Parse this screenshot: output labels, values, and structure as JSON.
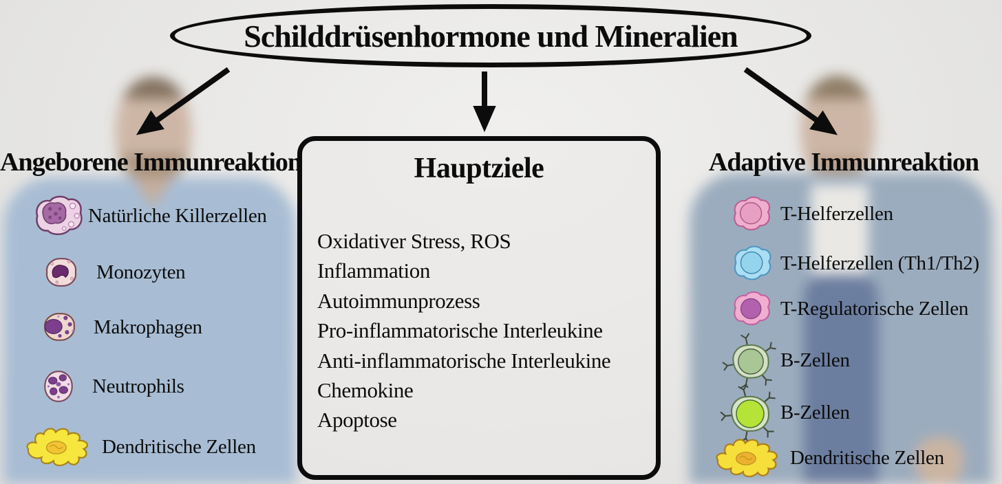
{
  "title": "Schilddrüsenhormone und Mineralien",
  "left_panel": {
    "heading": "Angeborene Immunreaktion",
    "items": [
      {
        "icon": "nk-cell-icon",
        "label": "Natürliche Killerzellen"
      },
      {
        "icon": "monocyte-icon",
        "label": "Monozyten"
      },
      {
        "icon": "macrophage-icon",
        "label": "Makrophagen"
      },
      {
        "icon": "neutrophil-icon",
        "label": "Neutrophils"
      },
      {
        "icon": "dendritic-cell-icon",
        "label": "Dendritische Zellen"
      }
    ]
  },
  "center_panel": {
    "heading": "Hauptziele",
    "targets": [
      "Oxidativer Stress, ROS",
      "Inflammation",
      "Autoimmunprozess",
      "Pro-inflammatorische Interleukine",
      "Anti-inflammatorische Interleukine",
      "Chemokine",
      "Apoptose"
    ]
  },
  "right_panel": {
    "heading": "Adaptive Immunreaktion",
    "items": [
      {
        "icon": "t-helper-cell-icon",
        "label": "T-Helferzellen"
      },
      {
        "icon": "t-helper-th1-th2-cell-icon",
        "label": "T-Helferzellen (Th1/Th2)"
      },
      {
        "icon": "t-regulatory-cell-icon",
        "label": "T-Regulatorische Zellen"
      },
      {
        "icon": "b-cell-icon",
        "label": "B-Zellen"
      },
      {
        "icon": "b-cell-activated-icon",
        "label": "B-Zellen"
      },
      {
        "icon": "dendritic-cell-icon",
        "label": "Dendritische Zellen"
      }
    ]
  },
  "colors": {
    "background": "#ecebe9",
    "outline": "#0c0c0c",
    "nk_cell_body": "#ecd2e4",
    "nk_cell_nucleus": "#a569a5",
    "monocyte_body": "#f2dcda",
    "monocyte_nucleus": "#6a2b6e",
    "macrophage_body": "#eed7ce",
    "macrophage_nucleus": "#7b3f8c",
    "neutrophil_body": "#f0dce4",
    "neutrophil_nucleus": "#7b3f8c",
    "dendritic_body": "#f6e63e",
    "dendritic_nucleus": "#f0c433",
    "t_helper_body": "#efaecd",
    "t_helper_nucleus": "#e7a0c4",
    "t_helper_th_body": "#abdef2",
    "t_helper_th_nucleus": "#94d4ec",
    "t_reg_body": "#f0aed0",
    "t_reg_nucleus": "#b262ac",
    "b_cell_body": "#d3e0c5",
    "b_cell_nucleus": "#a9c795",
    "b_cell_activated_nucleus": "#b5e337",
    "sweater_left_person": "#a5bbd3",
    "denim_right_person": "#97a9bc"
  }
}
